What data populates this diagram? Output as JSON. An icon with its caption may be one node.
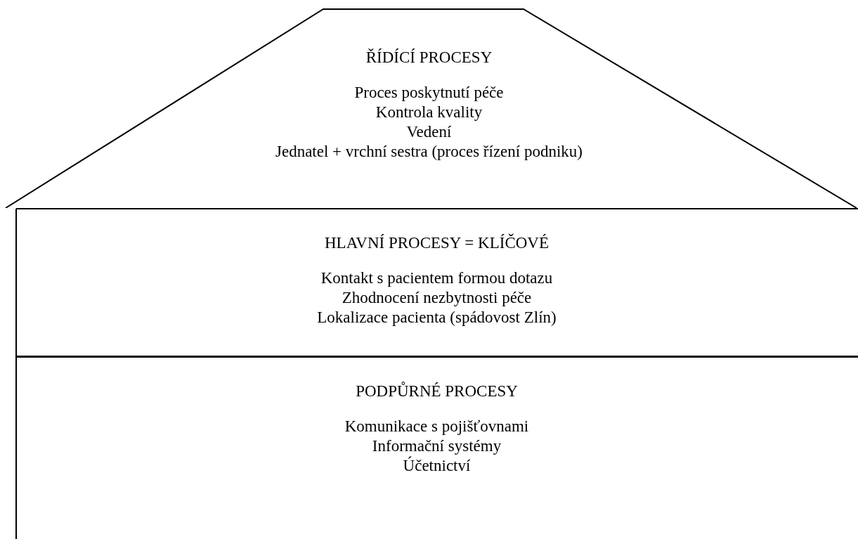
{
  "diagram": {
    "nodes": [
      {
        "text": [
          "ŘÍDÍCÍ PROCESY",
          "Proces poskytnutí péče",
          "Kontrola kvality",
          "Vedení",
          "Jednatel + vrchní sestra (proces řízení podniku)"
        ]
      },
      {
        "text": [
          "HLAVNÍ PROCESY = KLÍČOVÉ",
          "Kontakt s pacientem formou dotazu",
          "Zhodnocení nezbytnosti péče",
          "Lokalizace pacienta (spádovost Zlín)"
        ]
      },
      {
        "text": [
          "PODPŮRNÉ PROCESY",
          "Komunikace s pojišťovnami",
          "Informační systémy",
          "Účetnictví"
        ]
      }
    ]
  }
}
